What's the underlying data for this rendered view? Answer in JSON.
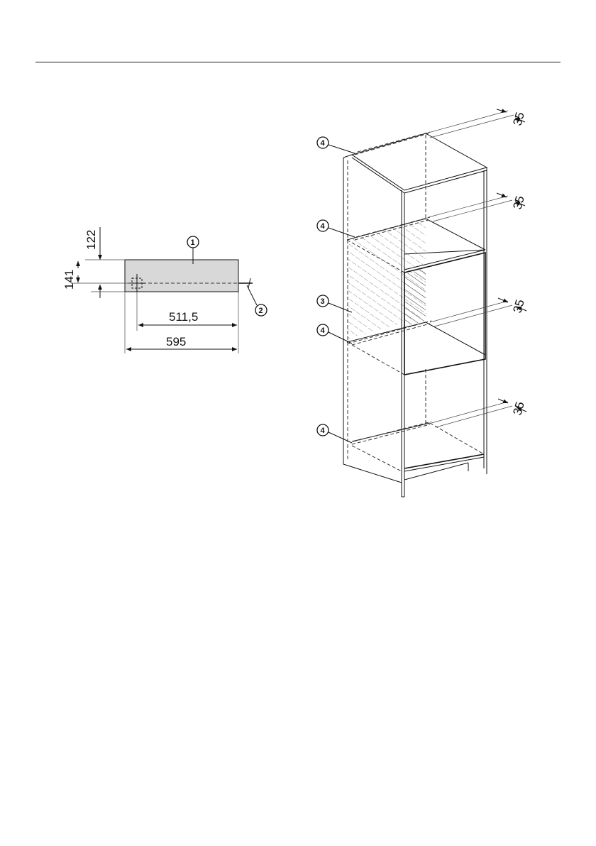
{
  "colors": {
    "line": "#111111",
    "panel_fill": "#d8d8d8",
    "hatch": "#9a9a9a",
    "background": "#ffffff"
  },
  "left_diagram": {
    "dim_top": "122",
    "dim_height": "141",
    "dim_inner_width": "511,5",
    "dim_width": "595",
    "callout_1": "1",
    "callout_2": "2"
  },
  "right_diagram": {
    "callouts": [
      "4",
      "4",
      "3",
      "4",
      "4"
    ],
    "gap_labels": [
      "35",
      "35",
      "35",
      "35"
    ]
  }
}
